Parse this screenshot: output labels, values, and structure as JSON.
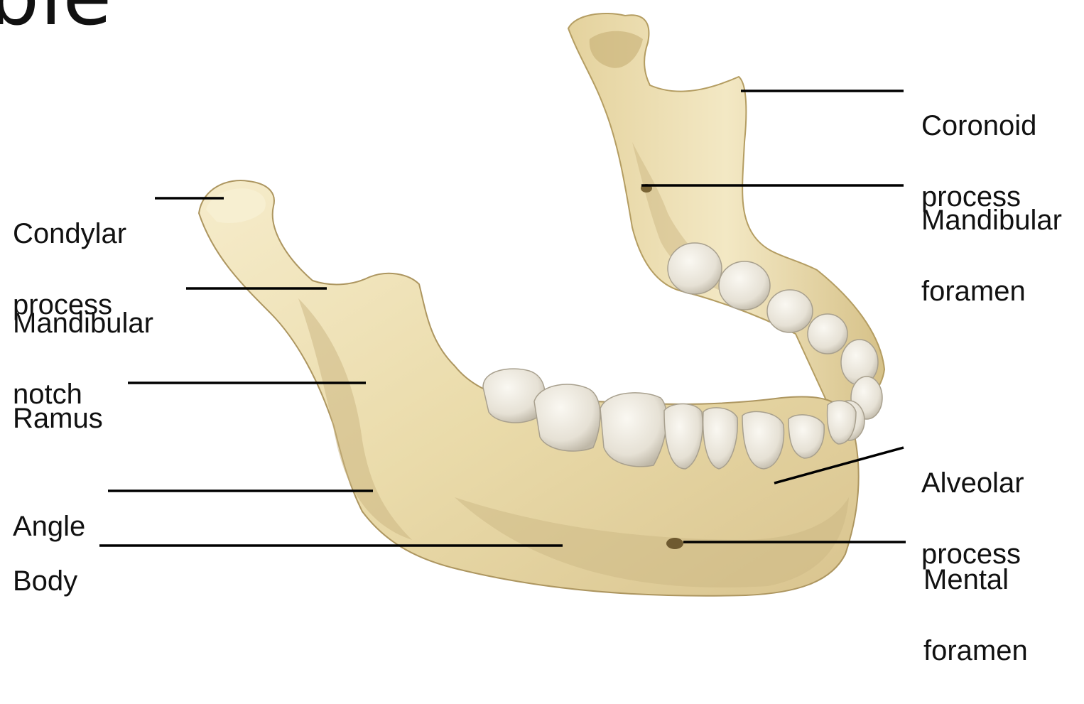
{
  "title_fragment": "ible",
  "colors": {
    "bone_base": "#ede0b4",
    "bone_light": "#f7f0d4",
    "bone_shadow": "#c9b47f",
    "bone_dark": "#a98f58",
    "tooth": "#ece8df",
    "tooth_shadow": "#bdb6a6",
    "leader_line": "#000000",
    "label_text": "#111111"
  },
  "labels": {
    "condylar_process": [
      "Condylar",
      "process"
    ],
    "mandibular_notch": [
      "Mandibular",
      "notch"
    ],
    "ramus": [
      "Ramus"
    ],
    "angle": [
      "Angle"
    ],
    "body": [
      "Body"
    ],
    "coronoid_process": [
      "Coronoid",
      "process"
    ],
    "mandibular_foramen": [
      "Mandibular",
      "foramen"
    ],
    "alveolar_process": [
      "Alveolar",
      "process"
    ],
    "mental_foramen": [
      "Mental",
      "foramen"
    ]
  }
}
